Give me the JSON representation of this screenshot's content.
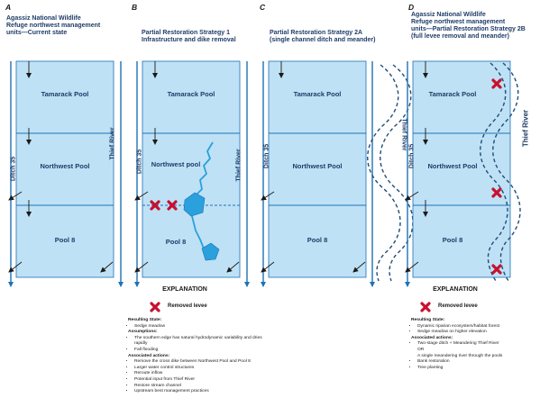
{
  "colors": {
    "pool_fill": "#bfe1f5",
    "line": "#1e72b6",
    "river_dash": "#1f4e79",
    "stream": "#2aa0dc",
    "removed_marker": "#c8102e",
    "text": "#1f3c68"
  },
  "panels": [
    {
      "letter": "A",
      "title": [
        "Agassiz National Wildlife",
        "Refuge northwest management",
        "units—Current state"
      ],
      "pools": [
        "Tamarack Pool",
        "Northwest Pool",
        "Pool 8"
      ],
      "ditch_label": "Ditch 35",
      "river_label": "Thief River"
    },
    {
      "letter": "B",
      "title": [
        "Partial Restoration Strategy 1",
        "Infrastructure and dike removal"
      ],
      "pools": [
        "Tamarack Pool",
        "Northwest pool",
        "Pool 8"
      ],
      "ditch_label": "Ditch 35",
      "river_label": "Thief River",
      "explanation": {
        "heading": "EXPLANATION",
        "legend_label": "Removed levee"
      },
      "notes": {
        "resulting_state_heading": "Resulting State:",
        "resulting_state": [
          "Sedge meadow"
        ],
        "assumptions_heading": "Assumptions:",
        "assumptions": [
          "The southern edge has natural hydrodynamic variability and dries rapidly",
          "Fall flooding"
        ],
        "actions_heading": "Associated actions:",
        "actions": [
          "Remove the cross dike between Northwest Pool and Pool 8",
          "Larger water control structures",
          "Reroute inflow",
          "Potential input from Thief River",
          "Restore stream channel",
          "Upstream best management practices"
        ]
      }
    },
    {
      "letter": "C",
      "title": [
        "Partial Restoration Strategy 2A",
        "(single channel ditch and meander)"
      ],
      "pools": [
        "Tamarack Pool",
        "Northwest Pool",
        "Pool 8"
      ],
      "ditch_label": "Ditch 35",
      "river_label": "Thief River"
    },
    {
      "letter": "D",
      "title": [
        "Agassiz National Wildlife",
        "Refuge northwest management",
        "units—Partial Restoration Strategy 2B",
        "(full levee removal and meander)"
      ],
      "pools": [
        "Tamarack Pool",
        "Northwest Pool",
        "Pool 8"
      ],
      "ditch_label": "Ditch 35",
      "river_label": "Thief River",
      "explanation": {
        "heading": "EXPLANATION",
        "legend_label": "Removed levee"
      },
      "notes": {
        "resulting_state_heading": "Resulting State:",
        "resulting_state": [
          "Dynamic riparian ecosystem/habitat forest",
          "Sedge meadow on higher elevation"
        ],
        "actions_heading": "Associated actions:",
        "action_1": "Two-stage ditch + Meandering Thief River",
        "action_1_or": "OR",
        "action_1_alt": "A single meandering river through the pools",
        "actions_rest": [
          "Bank restoration",
          "Tree planting"
        ]
      }
    }
  ]
}
